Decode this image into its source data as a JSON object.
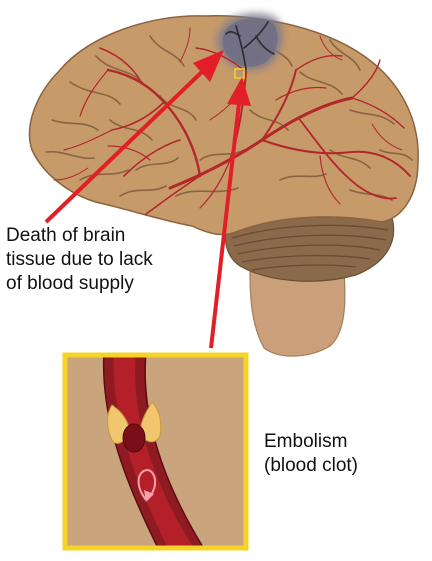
{
  "labels": {
    "tissue_death": [
      "Death of brain",
      "tissue due to lack",
      "of blood supply"
    ],
    "embolism": [
      "Embolism",
      "(blood clot)"
    ]
  },
  "colors": {
    "brain": "#c79a6a",
    "brain_outline": "#8a6340",
    "stem": "#c9a07a",
    "cerebellum": "#8a6a4a",
    "vessel": "#b3272b",
    "damaged_tissue": "#7c7a8f",
    "arrow": "#e21f26",
    "inset_border": "#f5d327",
    "inset_background": "#c9a47d",
    "clot": "#7a0f18",
    "plaque": "#f2c66e"
  }
}
